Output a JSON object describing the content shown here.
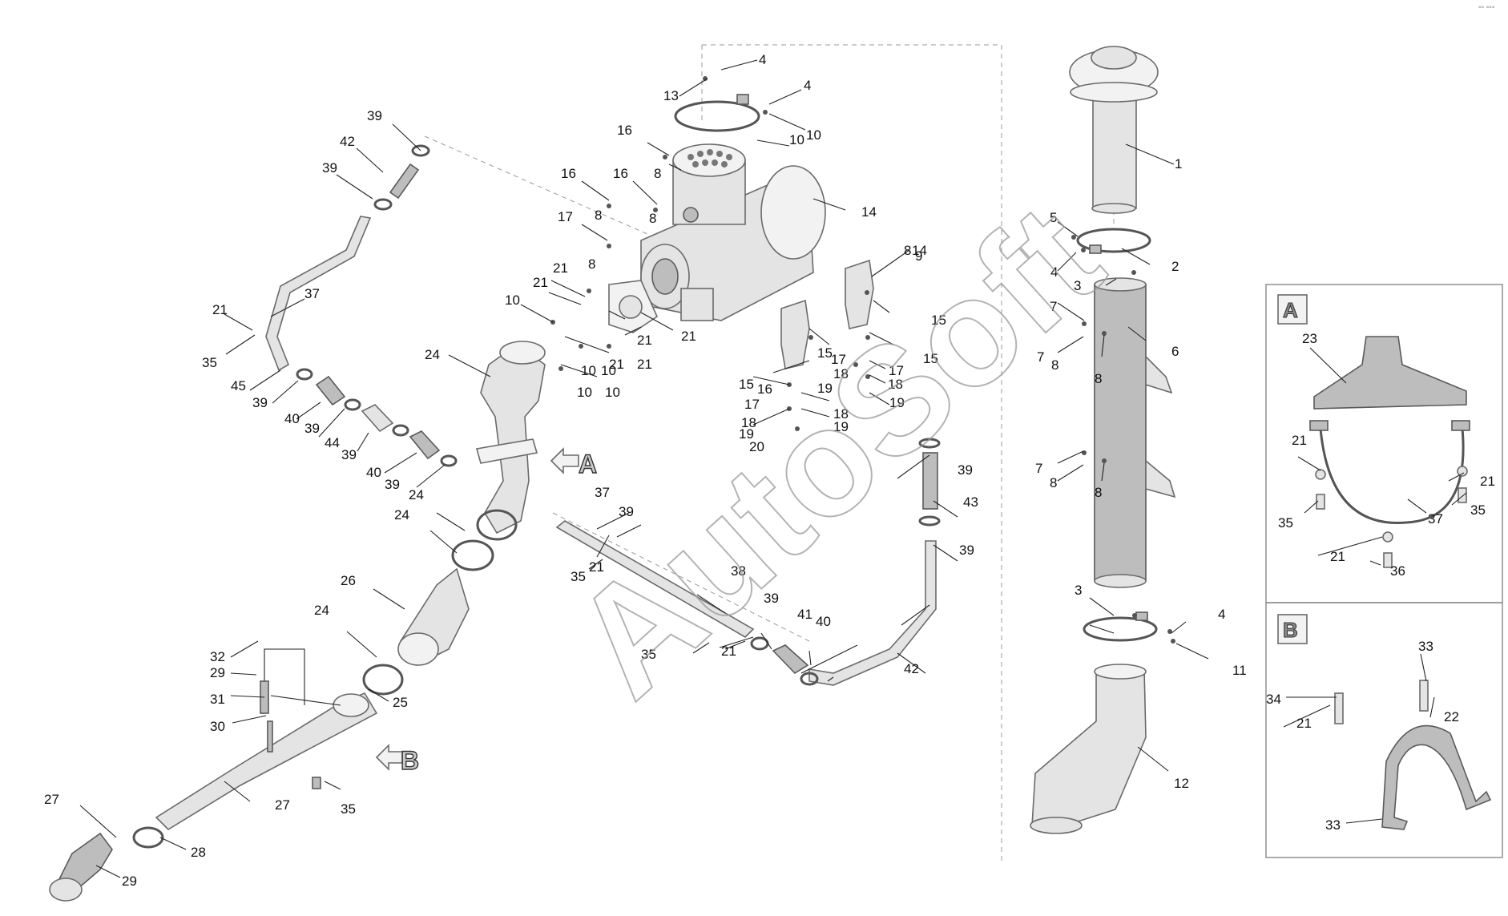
{
  "watermark": "AutoSoft",
  "corner_mark": "°° °°°",
  "insets": [
    {
      "letter": "A"
    },
    {
      "letter": "B"
    }
  ],
  "view_arrows": [
    {
      "letter": "A"
    },
    {
      "letter": "B"
    }
  ],
  "callouts": [
    "1",
    "2",
    "3",
    "3",
    "4",
    "4",
    "4",
    "4",
    "5",
    "6",
    "7",
    "7",
    "7",
    "8",
    "8",
    "8",
    "8",
    "8",
    "8",
    "8",
    "8",
    "8",
    "9",
    "10",
    "10",
    "10",
    "10",
    "10",
    "10",
    "10",
    "11",
    "12",
    "13",
    "14",
    "14",
    "15",
    "15",
    "15",
    "15",
    "16",
    "16",
    "16",
    "16",
    "17",
    "17",
    "17",
    "17",
    "18",
    "18",
    "18",
    "18",
    "19",
    "19",
    "19",
    "19",
    "20",
    "21",
    "21",
    "21",
    "21",
    "21",
    "21",
    "21",
    "21",
    "21",
    "21",
    "21",
    "21",
    "21",
    "22",
    "23",
    "24",
    "24",
    "24",
    "24",
    "25",
    "26",
    "27",
    "27",
    "28",
    "29",
    "29",
    "30",
    "31",
    "32",
    "33",
    "33",
    "34",
    "35",
    "35",
    "35",
    "35",
    "35",
    "35",
    "36",
    "37",
    "37",
    "37",
    "38",
    "39",
    "39",
    "39",
    "39",
    "39",
    "39",
    "39",
    "39",
    "39",
    "39",
    "40",
    "40",
    "40",
    "41",
    "42",
    "42",
    "43",
    "44",
    "45"
  ]
}
